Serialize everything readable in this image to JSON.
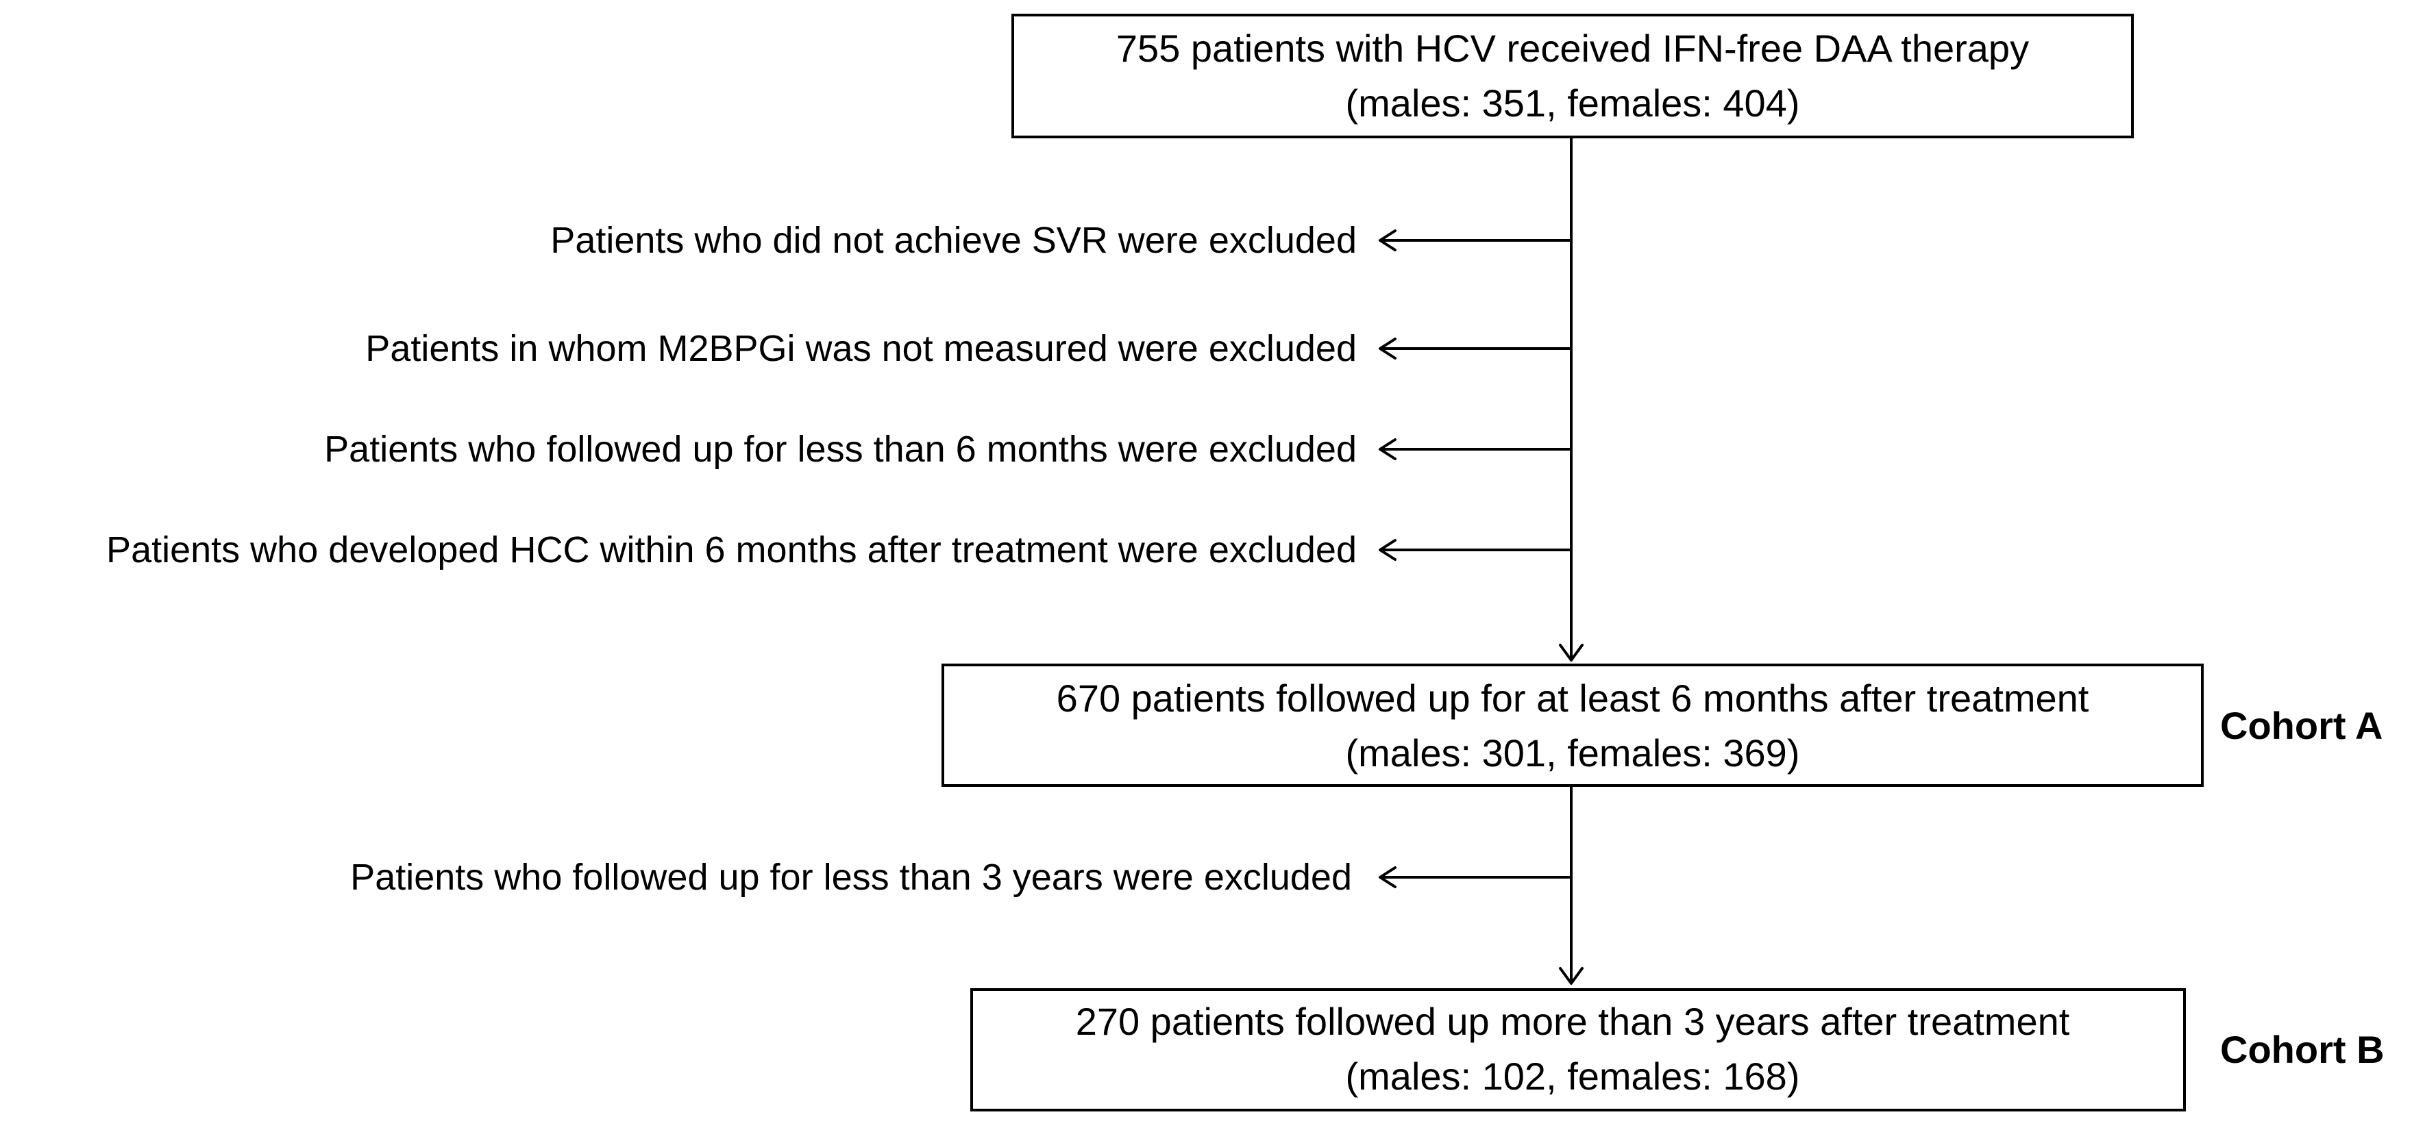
{
  "boxes": {
    "start": {
      "line1": "755 patients with HCV received IFN-free DAA therapy",
      "line2": "(males: 351, females: 404)"
    },
    "cohort_a": {
      "line1": "670 patients followed up for at least 6 months after treatment",
      "line2": "(males: 301, females: 369)",
      "label": "Cohort A"
    },
    "cohort_b": {
      "line1": "270 patients followed up more than 3 years after treatment",
      "line2": "(males: 102, females: 168)",
      "label": "Cohort B"
    }
  },
  "exclusions": [
    "Patients who did not achieve SVR were excluded",
    "Patients in whom M2BPGi was not measured were excluded",
    "Patients who followed up for less than 6 months were excluded",
    "Patients who developed HCC within 6 months after treatment were excluded",
    "Patients who followed up for less than 3 years were excluded"
  ]
}
